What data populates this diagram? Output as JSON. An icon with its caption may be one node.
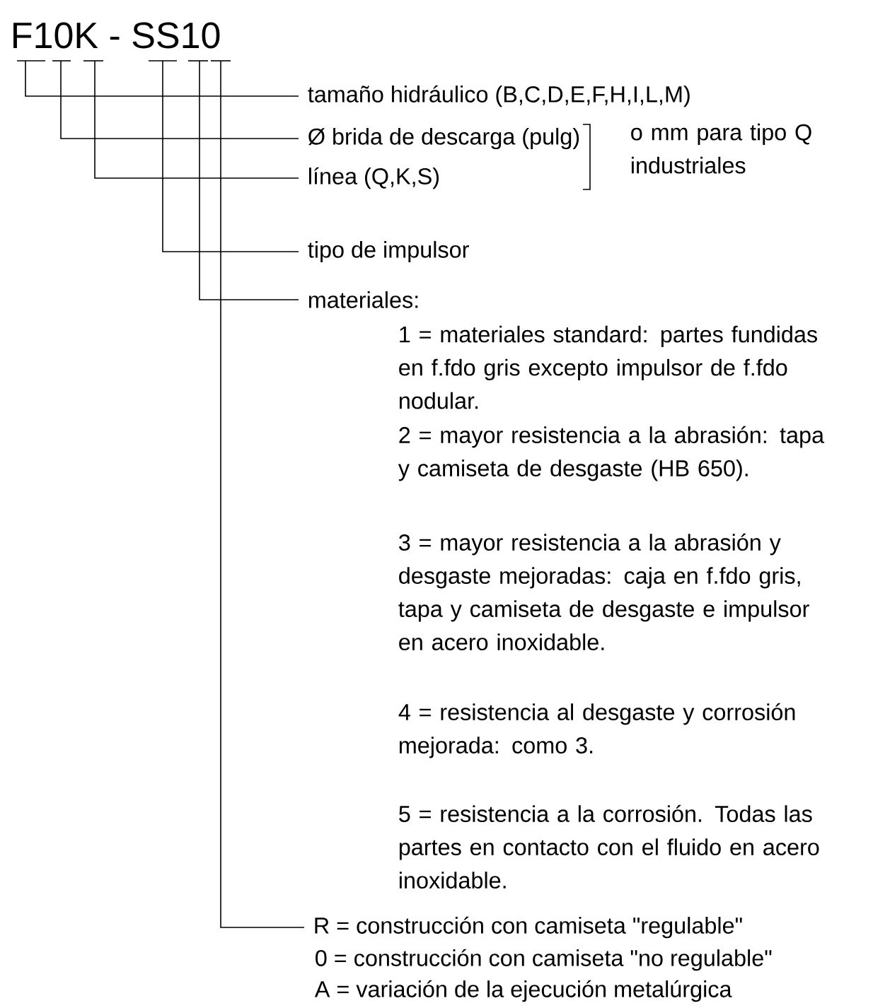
{
  "diagram": {
    "nodes": [
      {
        "text": [
          "F10K - SS10"
        ]
      },
      {
        "text": [
          "tamaño hidráulico (B,C,D,E,F,H,I,L,M)"
        ]
      },
      {
        "text": [
          "Ø brida de descarga (pulg)"
        ]
      },
      {
        "text": [
          "línea (Q,K,S)"
        ]
      },
      {
        "text": [
          "tipo de impulsor"
        ]
      },
      {
        "text": [
          "materiales:"
        ]
      },
      {
        "text": [
          "R = construcción con camiseta \"regulable\""
        ]
      }
    ],
    "edges": [
      {
        "from": 0,
        "to": 1,
        "arrow": "none"
      },
      {
        "from": 0,
        "to": 2,
        "arrow": "none"
      },
      {
        "from": 0,
        "to": 3,
        "arrow": "none"
      },
      {
        "from": 0,
        "to": 4,
        "arrow": "none"
      },
      {
        "from": 0,
        "to": 5,
        "arrow": "none"
      },
      {
        "from": 0,
        "to": 6,
        "arrow": "none"
      }
    ],
    "labels": [
      "o mm para tipo Q industriales",
      "1 = materiales standard: partes fundidas en f.fdo gris excepto impulsor de f.fdo nodular.",
      "2 = mayor resistencia a la abrasión: tapa y camiseta de desgaste (HB 650).",
      "3 = mayor resistencia a la abrasión y desgaste mejoradas: caja en f.fdo gris, tapa y camiseta de desgaste e impulsor en acero inoxidable.",
      "4 = resistencia al desgaste y corrosión mejorada: como 3.",
      "5 = resistencia a la corrosión. Todas las partes en contacto con el fluido en acero inoxidable.",
      "0 = construcción con camiseta \"no regulable\"",
      "A = variación de la ejecución metalúrgica"
    ]
  }
}
